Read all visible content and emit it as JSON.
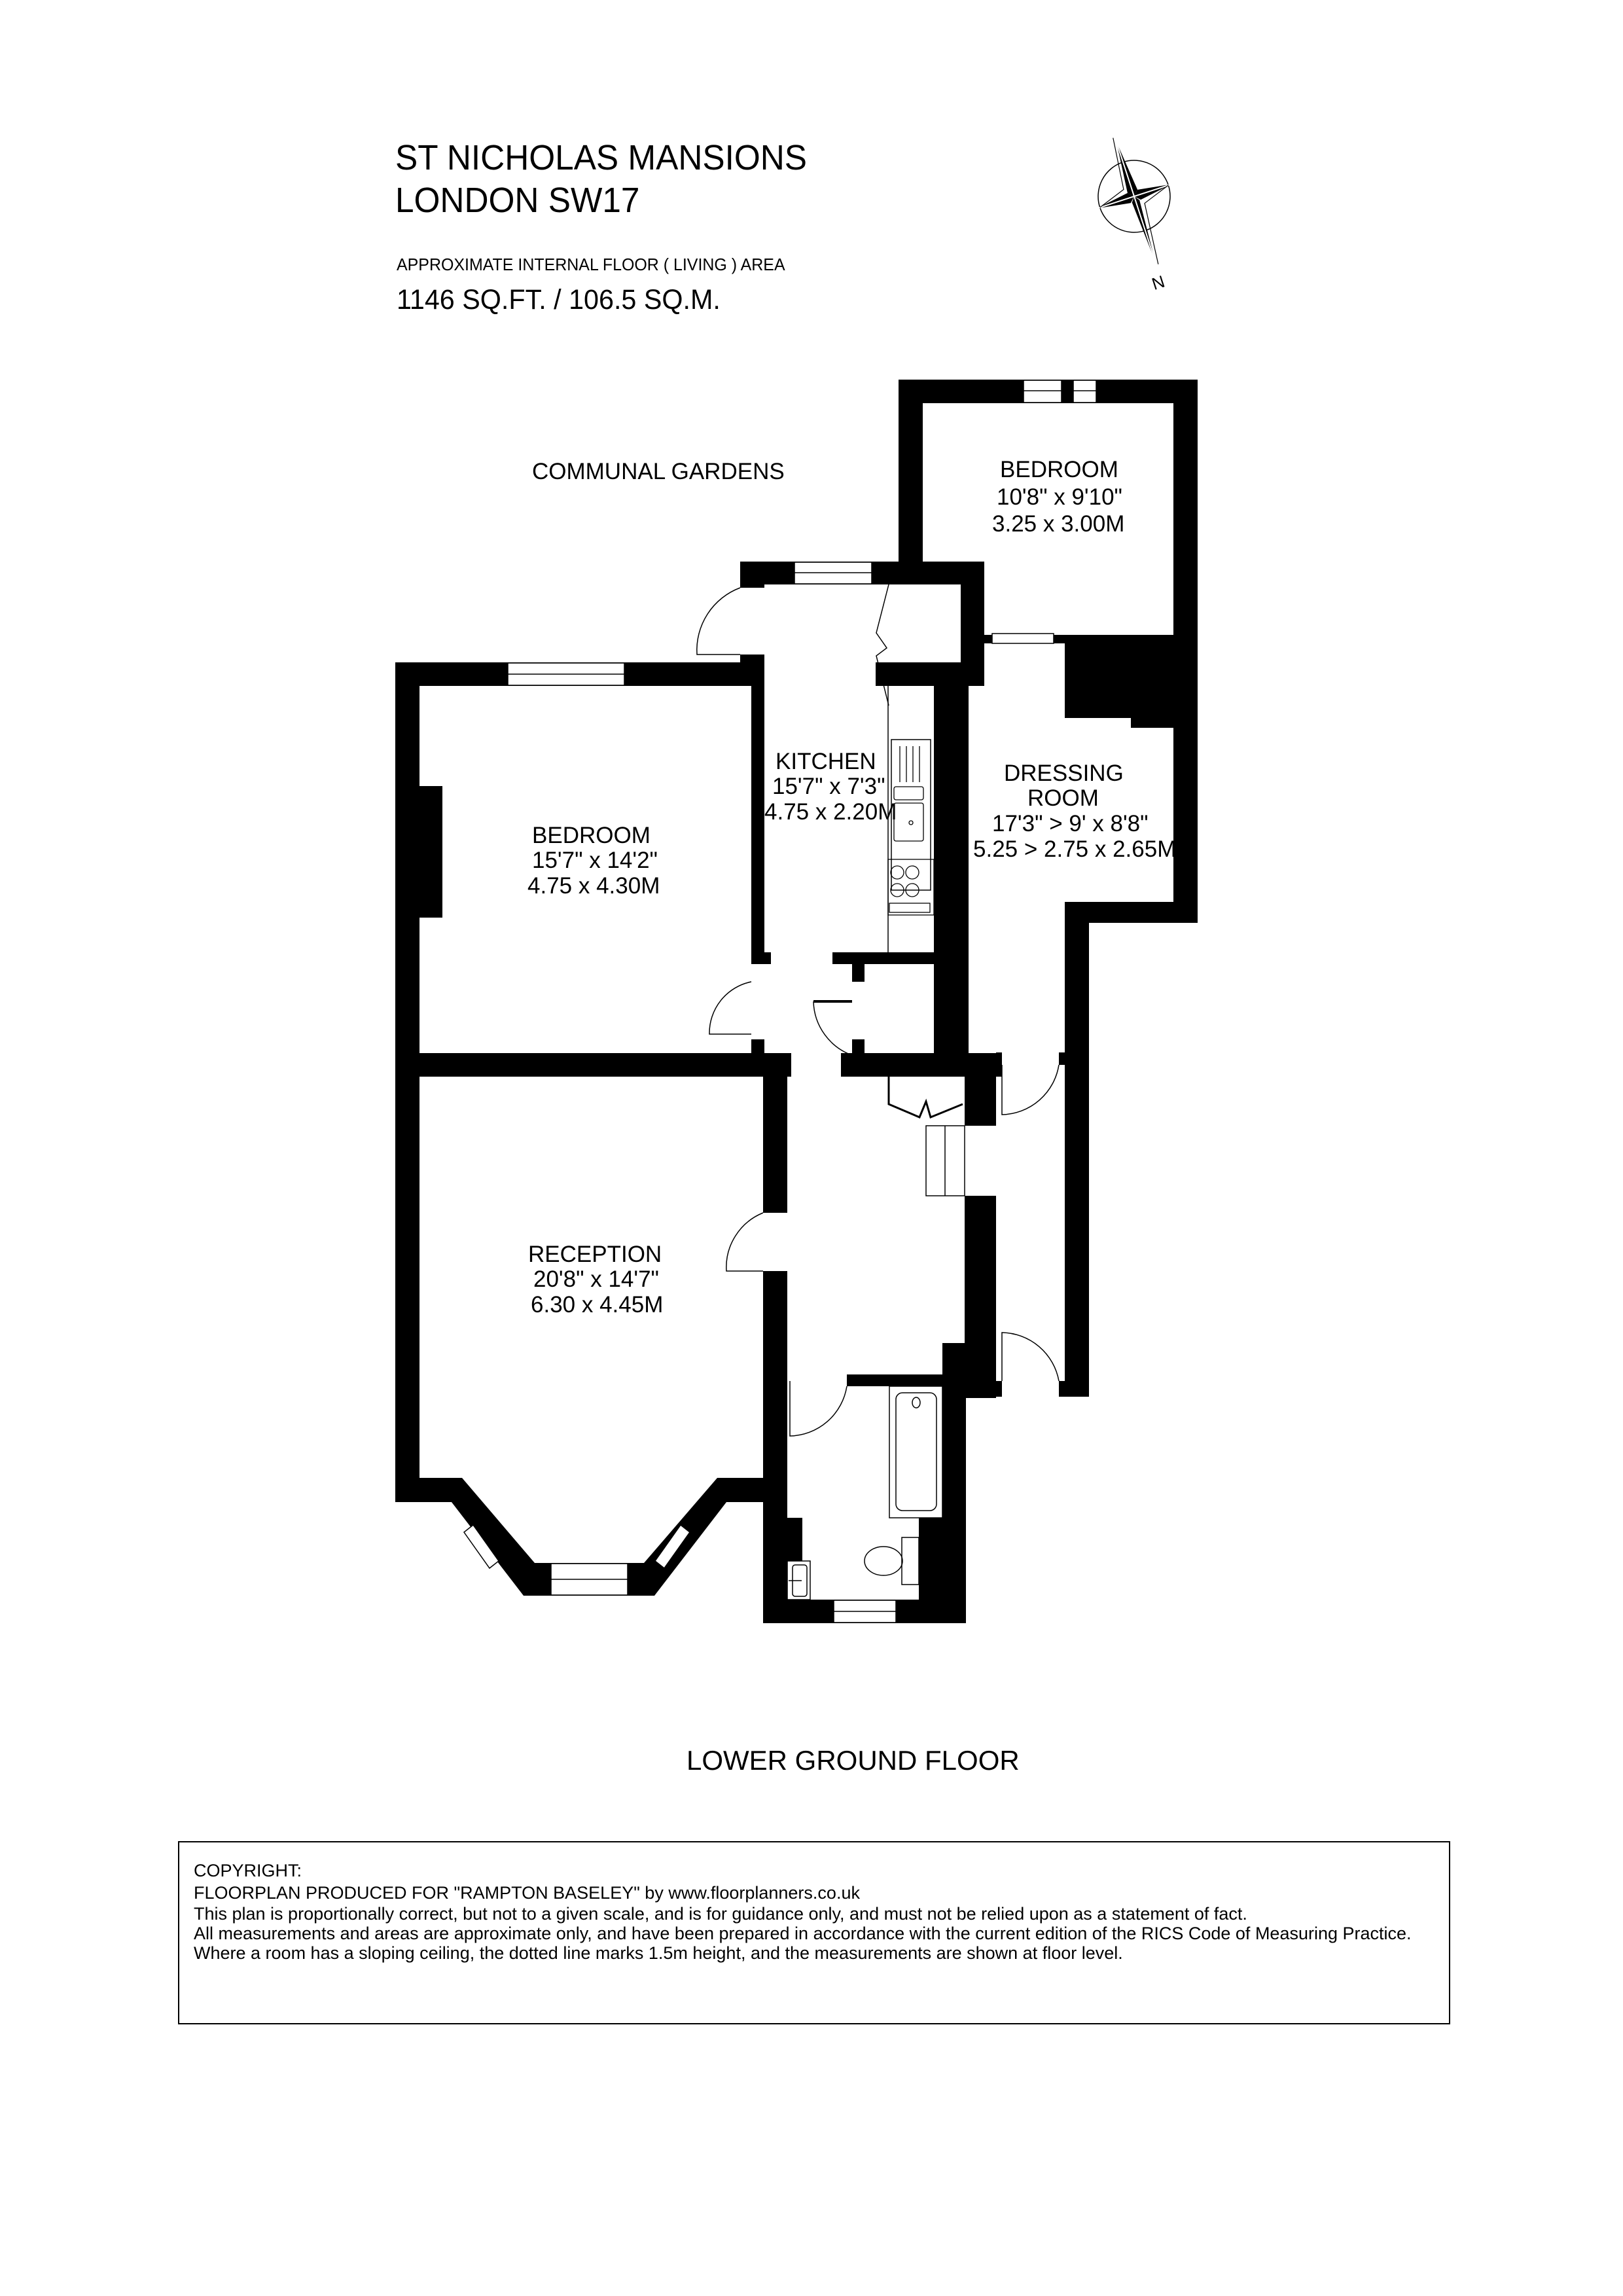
{
  "header": {
    "title_line1": "ST NICHOLAS MANSIONS",
    "title_line2": "LONDON SW17",
    "area_label": "APPROXIMATE INTERNAL FLOOR ( LIVING ) AREA",
    "area_value": "1146 SQ.FT. / 106.5 SQ.M."
  },
  "compass": {
    "icon": "north-arrow-compass-icon",
    "label": "N"
  },
  "plan": {
    "outside_label": "COMMUNAL GARDENS",
    "floor_label": "LOWER GROUND FLOOR",
    "wall_color": "#000000",
    "rooms": [
      {
        "name": "BEDROOM",
        "imperial": "10'8\" x 9'10\"",
        "metric": "3.25 x 3.00M"
      },
      {
        "name": "KITCHEN",
        "imperial": "15'7\" x 7'3\"",
        "metric": "4.75 x 2.20M"
      },
      {
        "name": "DRESSING",
        "name2": "ROOM",
        "imperial": "17'3\" > 9' x 8'8\"",
        "metric": "5.25 > 2.75 x 2.65M"
      },
      {
        "name": "BEDROOM",
        "imperial": "15'7\" x 14'2\"",
        "metric": "4.75 x 4.30M"
      },
      {
        "name": "RECEPTION",
        "imperial": "20'8\" x 14'7\"",
        "metric": "6.30 x 4.45M"
      }
    ],
    "fixtures": [
      "sink-icon",
      "hob-icon",
      "bath-icon",
      "toilet-icon",
      "basin-icon",
      "stairs-icon"
    ]
  },
  "footer": {
    "lines": [
      "COPYRIGHT:",
      "FLOORPLAN PRODUCED FOR \"RAMPTON BASELEY\" by www.floorplanners.co.uk",
      "This plan is proportionally correct, but not to a given scale, and is for guidance only, and must not be relied upon as a statement of fact.",
      "All measurements and areas are approximate only, and have been prepared in accordance with the current edition of the RICS Code of Measuring Practice.",
      "Where a room has a sloping ceiling, the dotted line marks 1.5m height, and the measurements are shown at floor level."
    ]
  }
}
